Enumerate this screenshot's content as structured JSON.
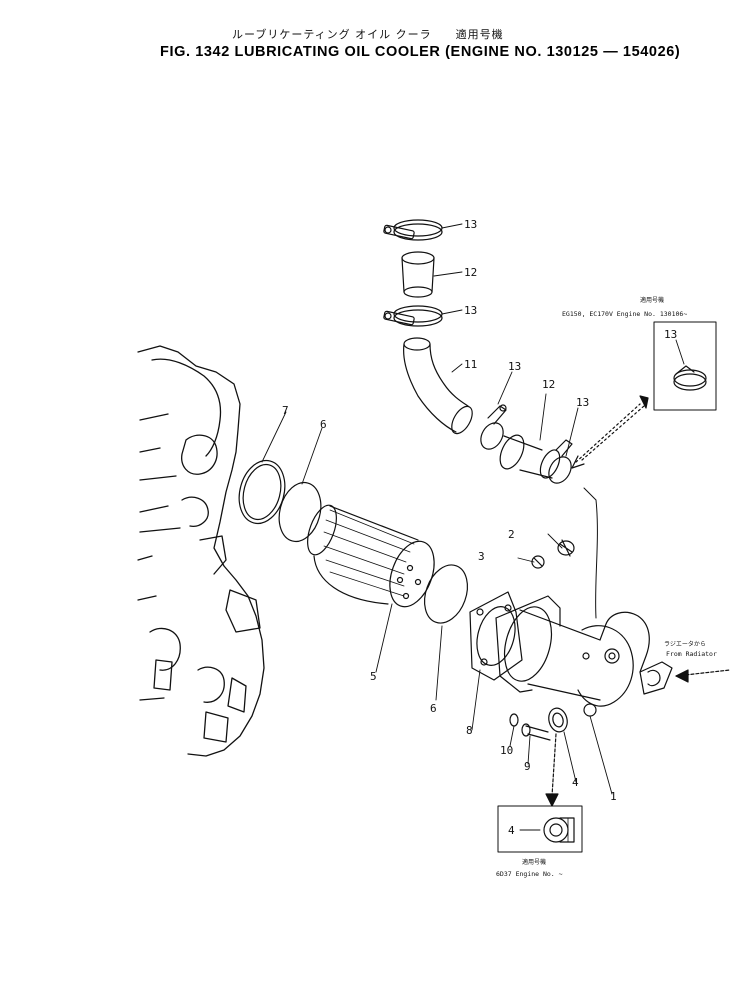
{
  "header": {
    "subtitle_jp": "ルーブリケーティング オイル クーラ　　適用号機",
    "title": "FIG. 1342  LUBRICATING OIL COOLER (ENGINE NO. 130125 — 154026)"
  },
  "callouts": {
    "c13a": "13",
    "c12a": "12",
    "c13b": "13",
    "c11": "11",
    "c13c": "13",
    "c12b": "12",
    "c13d": "13",
    "c7": "7",
    "c6a": "6",
    "c2": "2",
    "c3": "3",
    "c5": "5",
    "c6b": "6",
    "c8": "8",
    "c10": "10",
    "c9": "9",
    "c4": "4",
    "c1": "1"
  },
  "inset_top": {
    "label_jp": "適用号機",
    "label": "EG150, EC170V Engine No. 130106~",
    "callout": "13"
  },
  "inset_bottom": {
    "label_jp": "適用号機",
    "label": "6D37 Engine No.   ~",
    "callout": "4"
  },
  "radiator": {
    "label_jp": "ラジエータから",
    "label": "From Radiator"
  }
}
